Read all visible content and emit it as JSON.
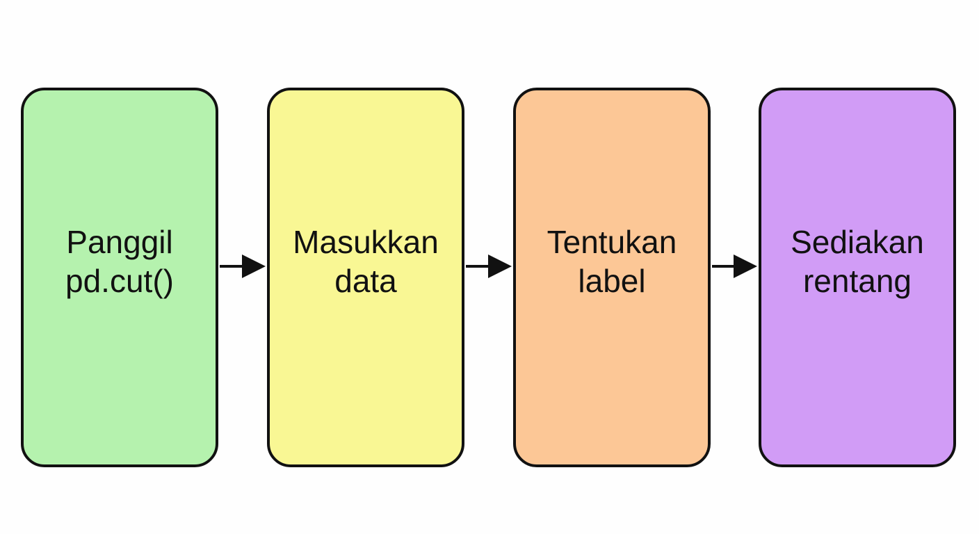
{
  "steps": [
    {
      "line1": "Panggil",
      "line2": "pd.cut()",
      "color": "#b5f2ae"
    },
    {
      "line1": "Masukkan",
      "line2": "data",
      "color": "#f9f794"
    },
    {
      "line1": "Tentukan",
      "line2": "label",
      "color": "#fcc796"
    },
    {
      "line1": "Sediakan",
      "line2": "rentang",
      "color": "#d19cf6"
    }
  ],
  "colors": {
    "border": "#111111",
    "arrow": "#111111",
    "background": "#fefefe"
  }
}
